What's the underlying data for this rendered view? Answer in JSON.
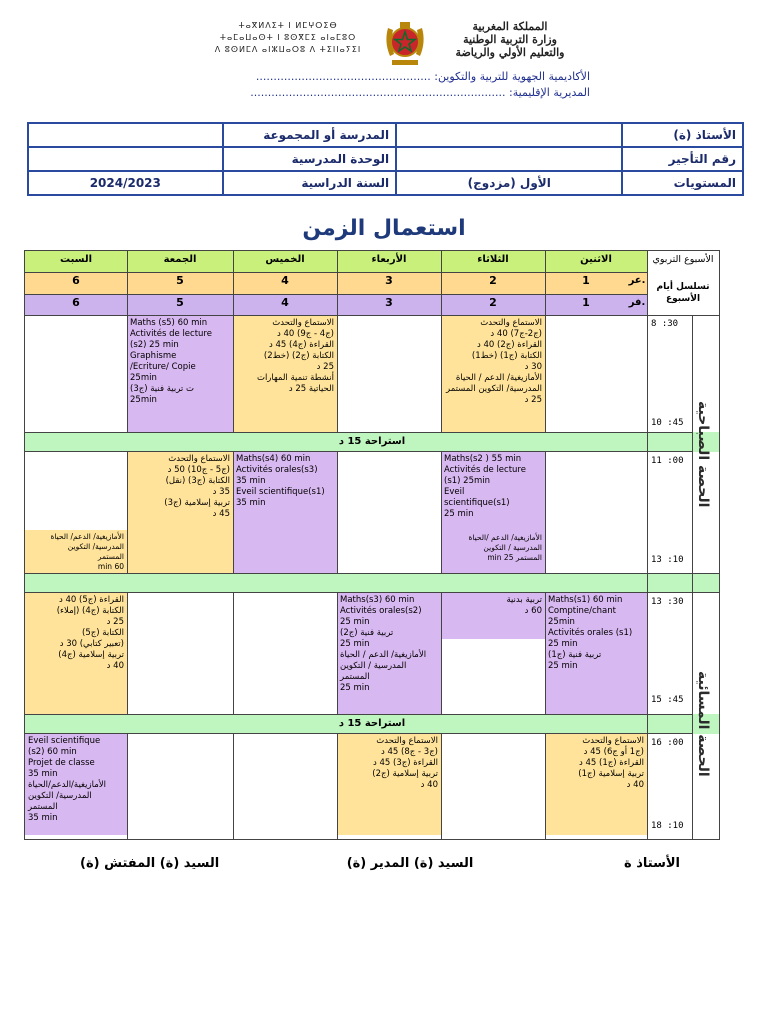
{
  "header": {
    "kingdom": "المملكة المغربية",
    "ministry1": "وزارة التربية الوطنية",
    "ministry2": "والتعليم الأولي والرياضة",
    "tif1": "ⵜⴰⴳⵍⴷⵉⵜ ⵏ ⵍⵎⵖⵔⵉⴱ",
    "tif2": "ⵜⴰⵎⴰⵡⴰⵙⵜ ⵏ ⵓⵙⴳⵎⵉ ⴰⵏⴰⵎⵓⵔ",
    "tif3": "ⴷ ⵓⵙⵍⵎⴷ ⴰⵏⵣⵡⴰⵔⵓ ⴷ ⵜⵉⵏⵏⴰⵢⵉⵏ",
    "academy": "الأكاديمية الجهوية للتربية والتكوين: ..................................................",
    "directorate": "المديرية الإقليمية: ........................................................................."
  },
  "info": {
    "teacher_label": "الأستاذ (ة)",
    "school_label": "المدرسة أو المجموعة",
    "id_label": "رقم التأجير",
    "unit_label": "الوحدة المدرسية",
    "levels_label": "المستويات",
    "levels_value": "الأول (مزدوج)",
    "year_label": "السنة الدراسية",
    "year_value": "2024/2023"
  },
  "title": "استعمال الزمن",
  "schedule": {
    "week_label": "الأسبوع التربوي",
    "sequence_label": "تسلسل أيام الأسبوع",
    "ar_abbr": "عر.",
    "fr_abbr": "فر.",
    "days": [
      "الاثنين",
      "الثلاثاء",
      "الأربعاء",
      "الخميس",
      "الجمعة",
      "السبت"
    ],
    "ar_nums": [
      "1",
      "2",
      "3",
      "4",
      "5",
      "6"
    ],
    "fr_nums": [
      "1",
      "2",
      "3",
      "4",
      "5",
      "6"
    ],
    "morning": "الحصة الصباحية",
    "evening": "الحصة المسائية",
    "break": "استراحة 15 د",
    "times": {
      "t1": "8 :30",
      "t2": "10 :45",
      "t3": "11 :00",
      "t4": "13 :10",
      "t5": "13 :30",
      "t6": "15 :45",
      "t7": "16 :00",
      "t8": "18 :10"
    },
    "cells": {
      "tue_m1": "الاستماع والتحدث\n(ج2-ج7)       40 د\nالقراءة (ج2)      40 د\nالكتابة (ج1) (خط1)\n30 د\nالأمازيغية/ الدعم / الحياة\nالمدرسية/ التكوين المستمر\n25 د",
      "thu_m1": "الاستماع والتحدث\n(ج4 - ج9)       40 د\nالقراءة (ج4)       45 د\nالكتابة (ج2) (خط2)\n25 د\nأنشطة تنمية المهارات\nالحياتية       25 د",
      "fri_m1": "Maths (s5)       60 min\nActivités de lecture\n(s2)                25 min\nGraphisme\n/Ecriture/ Copie\n25min\nت تربية فنية (ج3)\n25min",
      "tue_m2": "Maths(s2 )   55 min\nActivités de lecture\n(s1)               25min\nEveil\nscientifique(s1)\n25 min",
      "tue_m2b": "الأمازيغية/ الدعم /الحياة\nالمدرسية / التكوين\nالمستمر       25 min",
      "thu_m2": "Maths(s4)      60 min\nActivités orales(s3)\n35 min\nEveil scientifique(s1)\n35 min",
      "fri_m2": "الاستماع والتحدث\n(ج5 - ج10)       50 د\nالكتابة (ج3) (نقل)\n35 د\nتربية إسلامية (ج3)\n45 د",
      "sat_m2": "الأمازيغية/ الدعم/ الحياة\nالمدرسية/ التكوين\nالمستمر\n60 min",
      "mon_e1": "Maths(s1)      60 min\nComptine/chant\n25min\nActivités orales (s1)\n25 min\nتربية فنية (ج1)\n25 min",
      "tue_e1": "تربية بدنية\n60 د",
      "wed_e1": "Maths(s3)    60 min\nActivités orales(s2)\n25 min\nتربية فنية  (ج2)\n25 min\nالأمازيغية/ الدعم / الحياة\nالمدرسية / التكوين\nالمستمر\n25 min",
      "sat_e1": "القراءة (ج5)       40 د\nالكتابة (ج4) (إملاء)\n25 د\nالكتابة (ج5)\n(تعبير كتابي)       30 د\nتربية إسلامية (ج4)\n40 د",
      "mon_e2": "الاستماع والتحدث\n(ج1 أو ج6)       45 د\nالقراءة (ج1)       45 د\nتربية إسلامية (ج1)\n40 د",
      "wed_e2": "الاستماع والتحدث\n(ج3 - ج8)       45 د\nالقراءة (ج3)       45 د\nتربية إسلامية (ج2)\n40 د",
      "sat_e2": "Eveil scientifique\n(s2)              60 min\nProjet de classe\n35 min\nالأمازيغية/الدعم/الحياة\nالمدرسية/ التكوين\nالمستمر\n35 min"
    }
  },
  "signatures": {
    "teacher": "الأستاذ   ة",
    "director": "السيد (ة) المدير (ة)",
    "inspector": "السيد (ة) المفتش (ة)"
  }
}
